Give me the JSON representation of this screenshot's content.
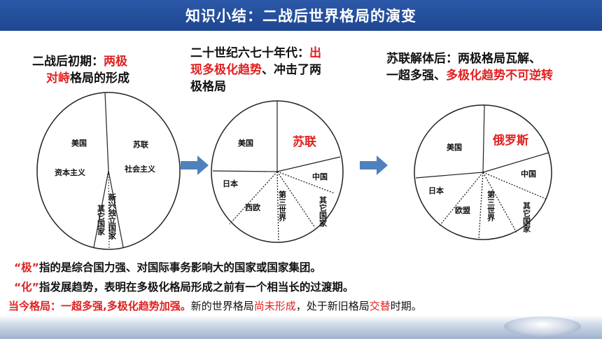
{
  "title": "知识小结：二战后世界格局的演变",
  "headings": {
    "h1": {
      "a": "二战后初期：",
      "b": "两极",
      "c": "对峙",
      "d": "格局的形成"
    },
    "h2": {
      "a": "二十世纪六七十年代：",
      "b": "出",
      "c": "现多极化趋势",
      "d": "、冲击了两",
      "e": "极格局"
    },
    "h3": {
      "a": "苏联解体后：两极格局瓦解、",
      "b": "一超多强、",
      "c": "多极化趋势不可逆转"
    }
  },
  "pie1": {
    "usa": "美国",
    "capitalism": "资本主义",
    "ussr": "苏联",
    "socialism": "社会主义",
    "newly_independent": "新兴独立国家",
    "others": "其它国家"
  },
  "pie2": {
    "usa": "美国",
    "ussr": "苏联",
    "japan": "日本",
    "western_europe": "西欧",
    "third_world": "第三世界",
    "china": "中国",
    "others": "其它国家"
  },
  "pie3": {
    "usa": "美国",
    "russia": "俄罗斯",
    "japan": "日本",
    "eu": "欧盟",
    "third_world": "第三世界",
    "china": "中国",
    "others": "其它国家"
  },
  "notes": {
    "line1": {
      "q": "“极”",
      "t": "指的是综合国力强、对国际事务影响大的国家或国家集团。"
    },
    "line2": {
      "q": "“化”",
      "t": "指发展趋势，表明在多极化格局形成之前有一个相当长的过渡期。"
    },
    "line3": {
      "a": "当今格局：一超多强,多极化趋势加强。",
      "b": "新的世界格局",
      "c": "尚未形成",
      "d": "，处于新旧格局",
      "e": "交替",
      "f": "时期。"
    }
  },
  "colors": {
    "title_bg": "#1f4690",
    "accent_red": "#e02020",
    "arrow": "#4f81bd"
  }
}
